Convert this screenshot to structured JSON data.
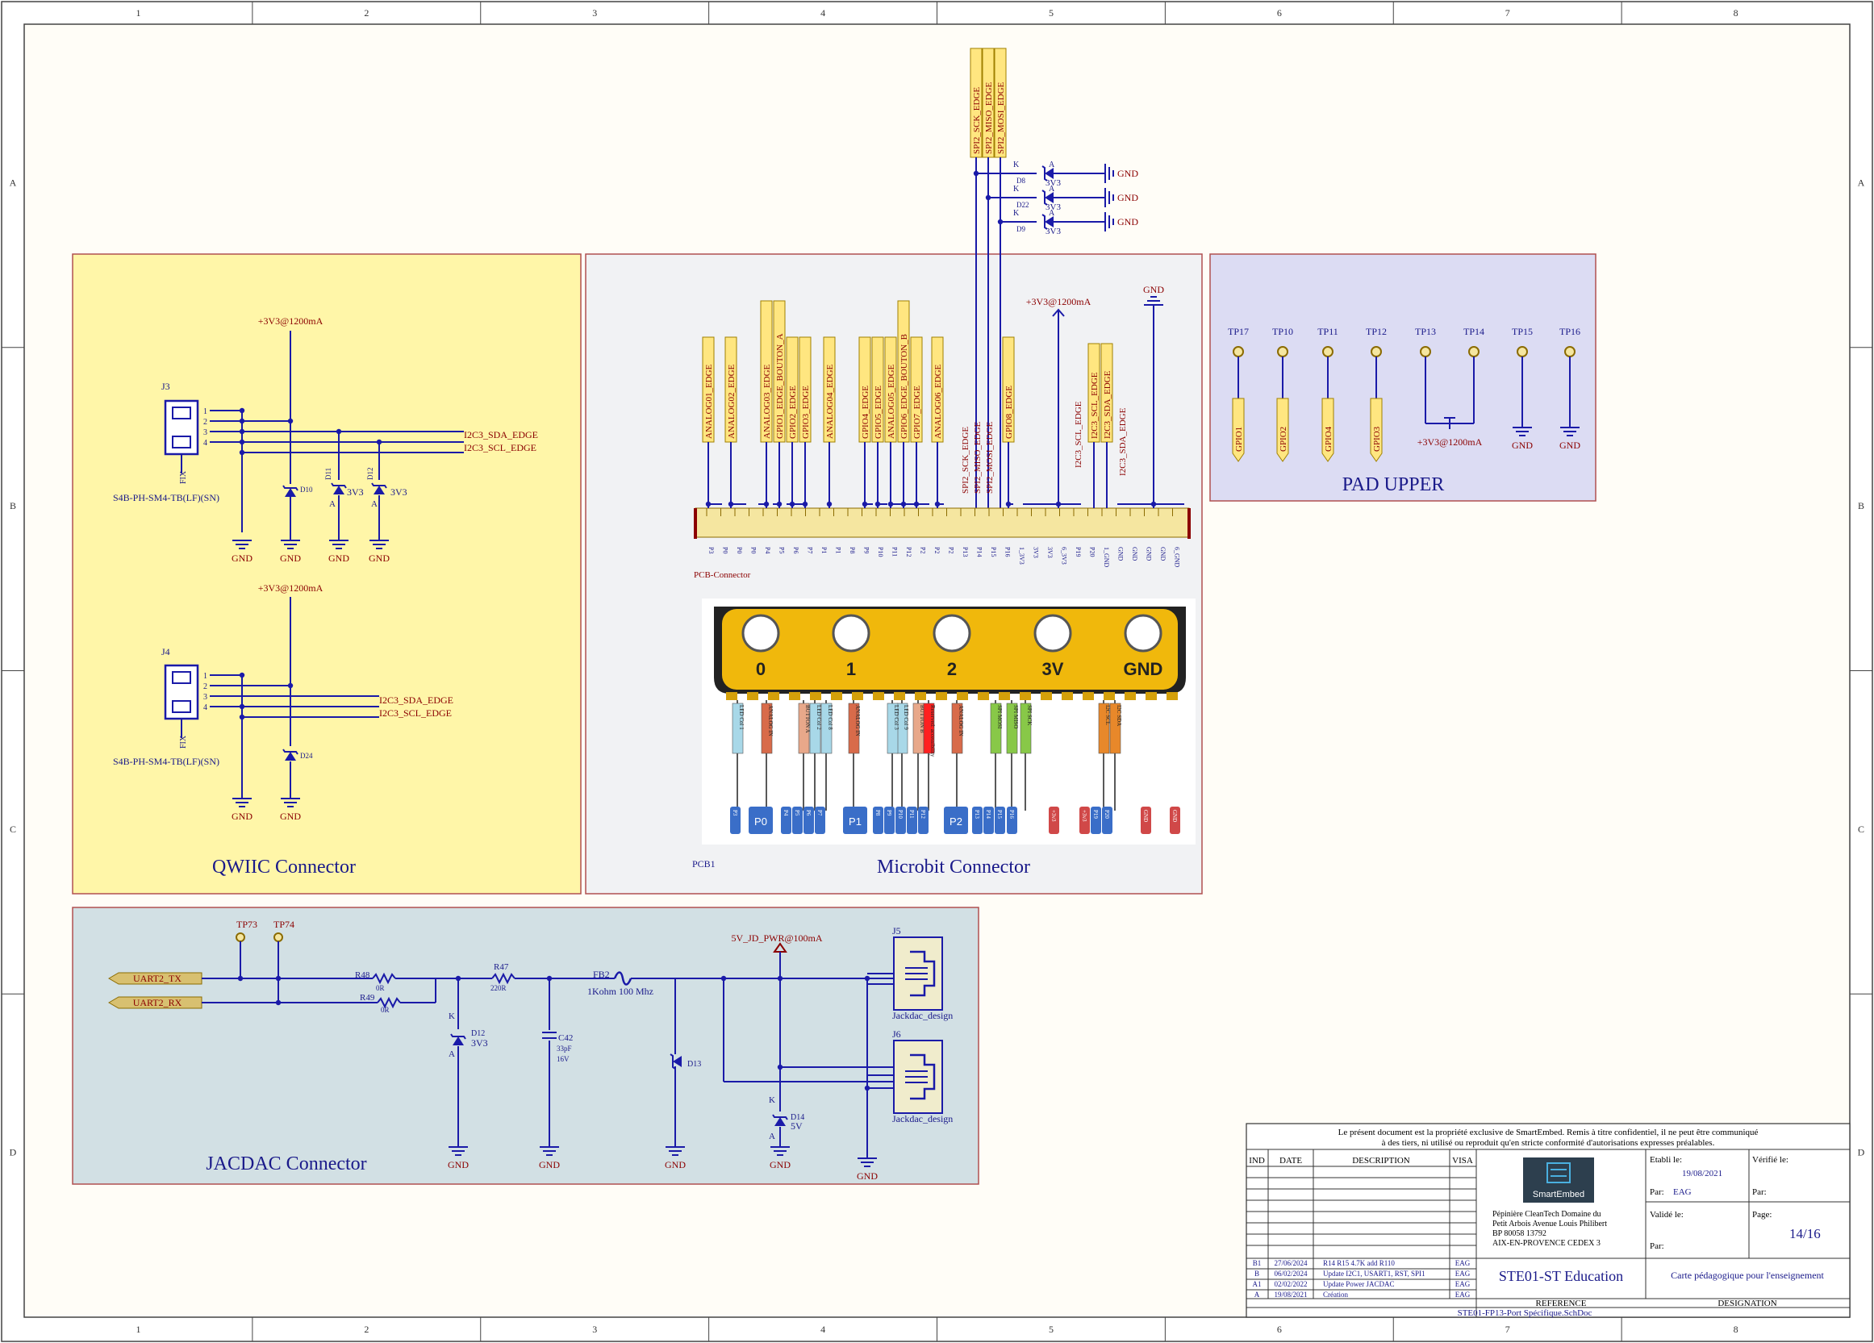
{
  "border": {
    "columns": [
      "1",
      "2",
      "3",
      "4",
      "5",
      "6",
      "7",
      "8"
    ],
    "rows": [
      "A",
      "B",
      "C",
      "D"
    ]
  },
  "colors": {
    "wire": "#1a1aa8",
    "netlabel_fill": "#ffe680",
    "netlabel_stroke": "#a08000",
    "power_red": "#8b0000",
    "qwiic_panel": "#fff6a8",
    "microbit_panel": "#f1f2f4",
    "pad_panel": "#dcdcf3",
    "jacdac_panel": "#d2e0e4"
  },
  "sections": {
    "qwiic": "QWIIC Connector",
    "microbit": "Microbit Connector",
    "pad": "PAD UPPER",
    "jacdac": "JACDAC Connector"
  },
  "spi_top": {
    "labels": [
      "SPI2_SCK_EDGE",
      "SPI2_MISO_EDGE",
      "SPI2_MOSI_EDGE"
    ],
    "diodes": [
      {
        "ref": "D8",
        "k": "K",
        "a": "A",
        "v": "3V3",
        "gnd": "GND"
      },
      {
        "ref": "D22",
        "k": "K",
        "a": "A",
        "v": "3V3",
        "gnd": "GND"
      },
      {
        "ref": "D9",
        "k": "K",
        "a": "A",
        "v": "3V3",
        "gnd": "GND"
      }
    ]
  },
  "qwiic": {
    "power": "+3V3@1200mA",
    "j3": {
      "ref": "J3",
      "part": "S4B-PH-SM4-TB(LF)(SN)",
      "pins": [
        "1",
        "2",
        "3",
        "4"
      ],
      "fix": "FIX"
    },
    "j4": {
      "ref": "J4",
      "part": "S4B-PH-SM4-TB(LF)(SN)",
      "pins": [
        "1",
        "2",
        "3",
        "4"
      ],
      "fix": "FIX"
    },
    "sda": "I2C3_SDA_EDGE",
    "scl": "I2C3_SCL_EDGE",
    "d10": "D10",
    "d11": "D11",
    "d12": "D12",
    "d24": "D24",
    "v33": "3V3",
    "a": "A",
    "gnd": "GND"
  },
  "microbit": {
    "labels": [
      "ANALOG01_EDGE",
      "ANALOG02_EDGE",
      "ANALOG03_EDGE",
      "GPIO1_EDGE_BOUTON_A",
      "GPIO2_EDGE",
      "GPIO3_EDGE",
      "ANALOG04_EDGE",
      "GPIO4_EDGE",
      "GPIO5_EDGE",
      "ANALOG05_EDGE",
      "GPIO6_EDGE_BOUTON_B",
      "GPIO7_EDGE",
      "ANALOG06_EDGE",
      "GPIO8_EDGE"
    ],
    "spi_vertical": [
      "SPI2_SCK_EDGE",
      "SPI2_MISO_EDGE",
      "SPI2_MOSI_EDGE"
    ],
    "i2c_vertical": [
      "I2C3_SCL_EDGE",
      "I2C3_SDA_EDGE"
    ],
    "i2c_labels": [
      "I2C3_SCL_EDGE",
      "I2C3_SDA_EDGE"
    ],
    "power": "+3V3@1200mA",
    "gnd": "GND",
    "connector_caption": "PCB-Connector",
    "ref": "PCB1",
    "pin_names": [
      "P3",
      "P0",
      "P0",
      "P0",
      "P4",
      "P5",
      "P6",
      "P7",
      "P1",
      "P1",
      "P8",
      "P9",
      "P10",
      "P11",
      "P12",
      "P2",
      "P2",
      "P2",
      "P13",
      "P14",
      "P15",
      "P16",
      "1_3V3",
      "3V3",
      "3V3",
      "6_3V3",
      "P19",
      "P20",
      "1_GND",
      "GND",
      "GND",
      "GND",
      "GND",
      "6_GND"
    ],
    "board_pads": [
      "0",
      "1",
      "2",
      "3V",
      "GND"
    ],
    "board_tags": [
      "LED Col 1",
      "ANALOG IN",
      "BUTTON A",
      "LED Col 2",
      "LED Col 8",
      "ANALOG IN",
      "LED Col 9",
      "LED Col 3",
      "BUTTON B",
      "Reserved: accessibility",
      "ANALOG IN",
      "SPI MOSI",
      "SPI MISO",
      "SPI SCK",
      "I2C SCL",
      "I2C SDA"
    ],
    "board_bottom": [
      "P3",
      "P0",
      "P4",
      "P5",
      "P6",
      "P7",
      "P1",
      "P8",
      "P9",
      "P10",
      "P11",
      "P12",
      "P2",
      "P13",
      "P14",
      "P15",
      "P16",
      "+3v3",
      "+3v3",
      "P19",
      "P20",
      "GND",
      "GND"
    ]
  },
  "pad": {
    "top": [
      "TP17",
      "TP10",
      "TP11",
      "TP12",
      "TP13",
      "TP14",
      "TP15",
      "TP16"
    ],
    "labels": [
      "GPIO1",
      "GPIO2",
      "GPIO4",
      "GPIO3"
    ],
    "power": "+3V3@1200mA",
    "gnd": "GND"
  },
  "jacdac": {
    "tp": [
      "TP73",
      "TP74"
    ],
    "nets": [
      "UART2_TX",
      "UART2_RX"
    ],
    "r48": "R48",
    "r48v": "0R",
    "r49": "R49",
    "r49v": "0R",
    "r47": "R47",
    "r47v": "220R",
    "fb2": "FB2",
    "fb2v": "1Kohm 100 Mhz",
    "c42": "C42",
    "c42v1": "33pF",
    "c42v2": "16V",
    "d12": "D12",
    "d12v": "3V3",
    "k": "K",
    "a": "A",
    "d13": "D13",
    "d14": "D14",
    "d14v": "5V",
    "pwr": "5V_JD_PWR@100mA",
    "j5": "J5",
    "j6": "J6",
    "jack": "Jackdac_design",
    "gnd": "GND"
  },
  "titleblock": {
    "notice1": "Le présent document est la propriété exclusive de SmartEmbed. Remis à titre confidentiel, il ne peut être communiqué",
    "notice2": "à des tiers, ni utilisé ou reproduit qu'en stricte conformité d'autorisations expresses préalables.",
    "headers": [
      "IND",
      "DATE",
      "DESCRIPTION",
      "VISA"
    ],
    "logo": "SmartEmbed",
    "address": [
      "Pépinière CleanTech Domaine du",
      "Petit Arbois Avenue Louis Philibert",
      "BP 80058 13792",
      "AIX-EN-PROVENCE CEDEX 3"
    ],
    "etabli": "Etabli le:",
    "date": "19/08/2021",
    "par": "Par:",
    "par_val": "EAG",
    "verifie": "Vérifié le:",
    "par2": "Par:",
    "valide": "Validé le:",
    "par3": "Par:",
    "page": "Page:",
    "page_val": "14/16",
    "revisions": [
      {
        "ind": "B1",
        "date": "27/06/2024",
        "desc": "R14 R15 4.7K add R110",
        "visa": "EAG"
      },
      {
        "ind": "B",
        "date": "06/02/2024",
        "desc": "Update I2C1, USART1, RST, SPI1",
        "visa": "EAG"
      },
      {
        "ind": "A1",
        "date": "02/02/2022",
        "desc": "Update Power JACDAC",
        "visa": "EAG"
      },
      {
        "ind": "A",
        "date": "19/08/2021",
        "desc": "Création",
        "visa": "EAG"
      }
    ],
    "reference": "STE01-ST Education",
    "designation": "Carte pédagogique pour l'enseignement",
    "ref_label": "REFERENCE",
    "des_label": "DESIGNATION",
    "file": "STE01-FP13-Port Spécifique.SchDoc"
  }
}
